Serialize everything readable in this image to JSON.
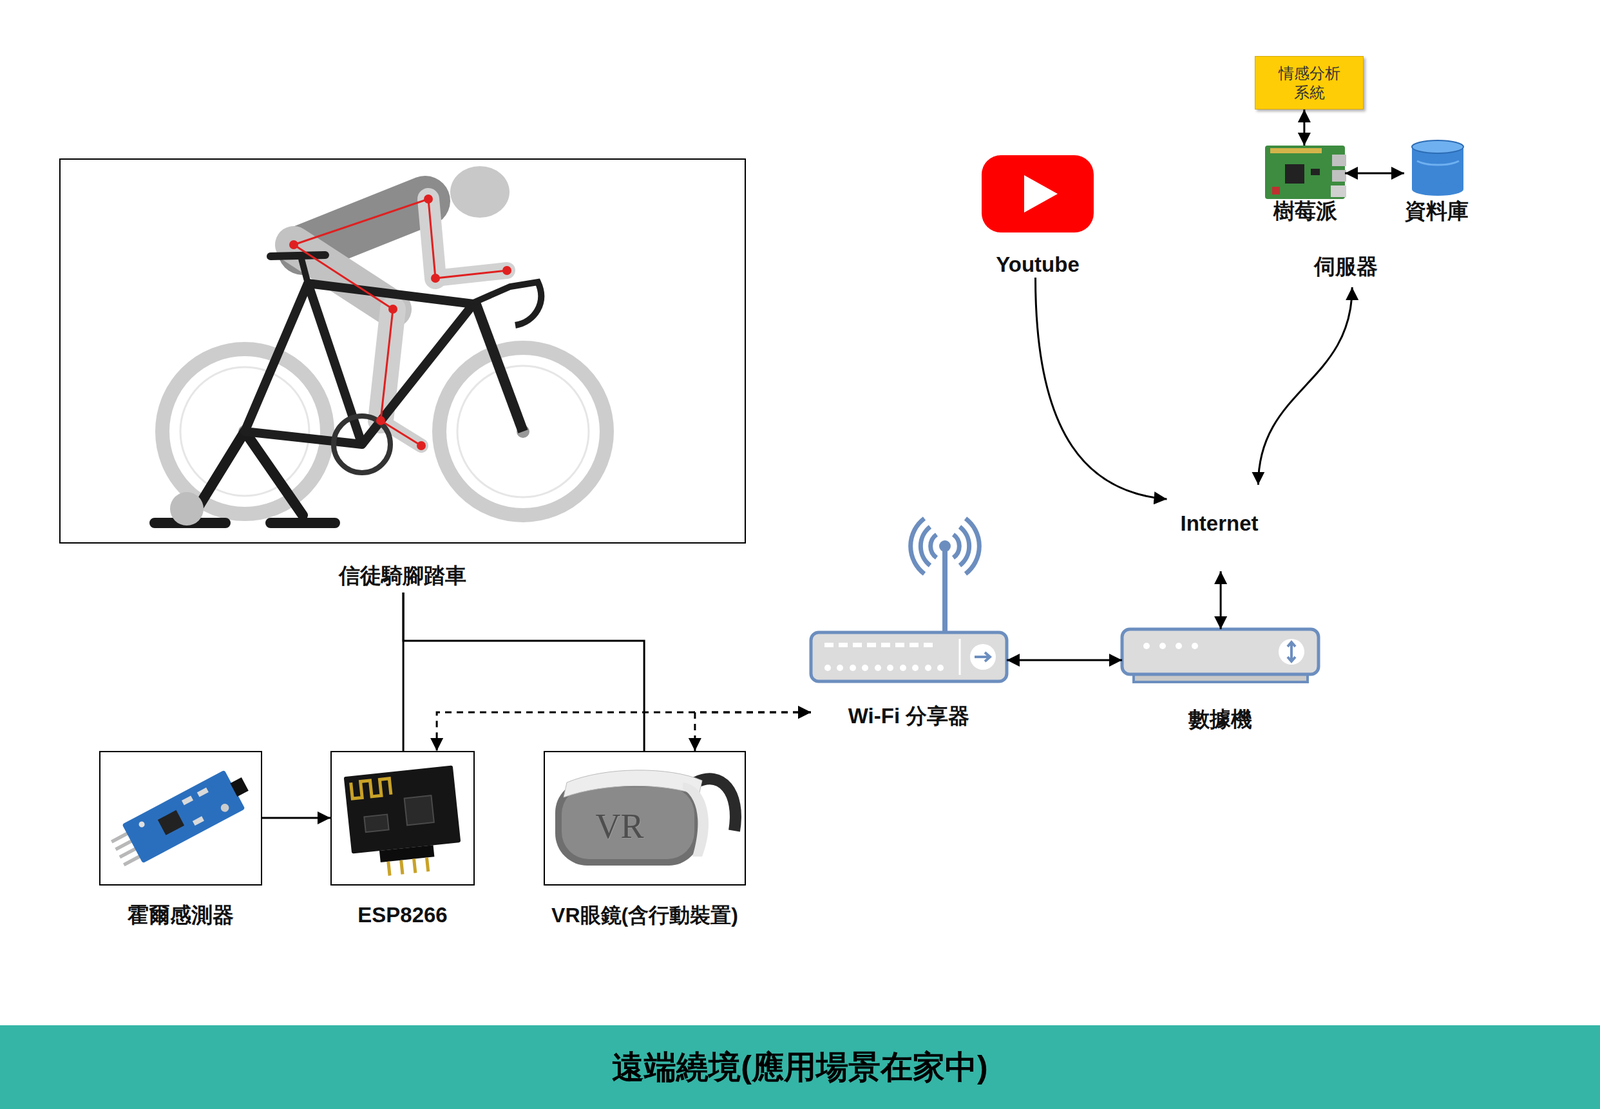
{
  "diagram": {
    "nodes": [
      {
        "text": [
          "伺服器"
        ]
      },
      {
        "text": [
          "情感分析 系統"
        ],
        "in": 0
      },
      {
        "text": [
          "樹莓派"
        ],
        "in": 0
      },
      {
        "text": [
          "資料庫"
        ],
        "in": 0
      },
      {
        "text": [
          "Youtube"
        ]
      },
      {
        "text": [
          "信徒騎腳踏車"
        ]
      },
      {
        "text": [
          "Internet"
        ]
      },
      {
        "text": [
          "Wi-Fi 分享器"
        ]
      },
      {
        "text": [
          "數據機"
        ]
      },
      {
        "text": [
          "霍爾感測器"
        ]
      },
      {
        "text": [
          "ESP8266"
        ]
      },
      {
        "text": [
          "VR眼鏡(含行動裝置)"
        ]
      },
      {
        "text": [
          "遠端繞境(應用場景在家中)"
        ]
      }
    ],
    "edges": [
      {
        "from": 9,
        "to": 10,
        "arrow": "to"
      },
      {
        "from": 5,
        "to": 10,
        "arrow": "none"
      },
      {
        "from": 5,
        "to": 11,
        "arrow": "none"
      },
      {
        "from": 7,
        "to": 10,
        "arrow": "both"
      },
      {
        "from": 7,
        "to": 11,
        "arrow": "both"
      },
      {
        "from": 7,
        "to": 8,
        "arrow": "both"
      },
      {
        "from": 8,
        "to": 6,
        "arrow": "both"
      },
      {
        "from": 4,
        "to": 6,
        "arrow": "to"
      },
      {
        "from": 6,
        "to": 0,
        "arrow": "both"
      },
      {
        "from": 1,
        "to": 2,
        "arrow": "both"
      },
      {
        "from": 2,
        "to": 3,
        "arrow": "both"
      }
    ],
    "labels": [
      "VR"
    ]
  }
}
